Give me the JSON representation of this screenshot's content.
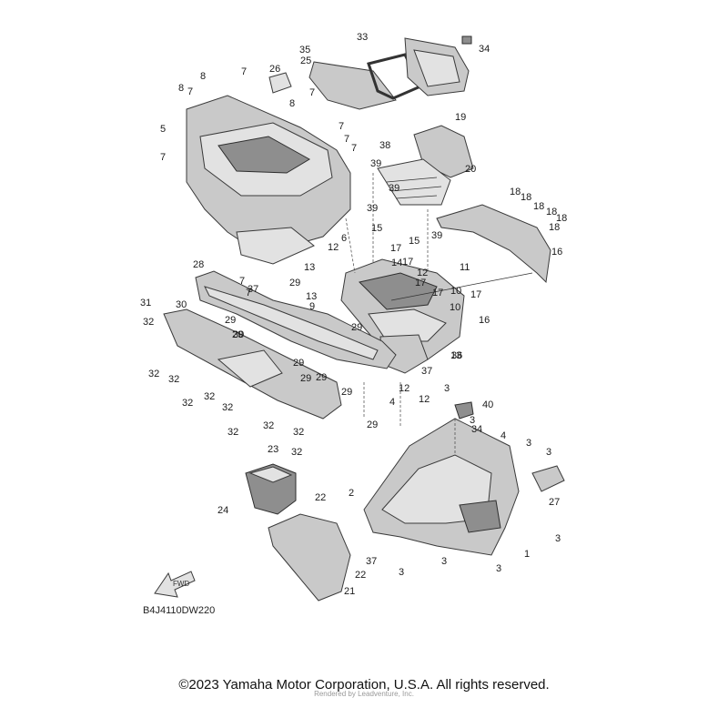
{
  "diagram": {
    "code": "B4J4110DW220",
    "fwd_label": "FWD",
    "copyright": "©2023 Yamaha Motor Corporation, U.S.A. All rights reserved.",
    "rendered_by": "Rendered by Leadventure, Inc."
  },
  "callouts": [
    {
      "label": "1"
    },
    {
      "label": "2"
    },
    {
      "label": "3"
    },
    {
      "label": "3"
    },
    {
      "label": "3"
    },
    {
      "label": "3"
    },
    {
      "label": "3"
    },
    {
      "label": "3"
    },
    {
      "label": "3"
    },
    {
      "label": "3"
    },
    {
      "label": "3"
    },
    {
      "label": "4"
    },
    {
      "label": "4"
    },
    {
      "label": "4"
    },
    {
      "label": "5"
    },
    {
      "label": "6"
    },
    {
      "label": "7"
    },
    {
      "label": "7"
    },
    {
      "label": "7"
    },
    {
      "label": "7"
    },
    {
      "label": "7"
    },
    {
      "label": "7"
    },
    {
      "label": "7"
    },
    {
      "label": "7"
    },
    {
      "label": "7"
    },
    {
      "label": "8"
    },
    {
      "label": "8"
    },
    {
      "label": "8"
    },
    {
      "label": "9"
    },
    {
      "label": "10"
    },
    {
      "label": "10"
    },
    {
      "label": "11"
    },
    {
      "label": "12"
    },
    {
      "label": "12"
    },
    {
      "label": "12"
    },
    {
      "label": "12"
    },
    {
      "label": "13"
    },
    {
      "label": "13"
    },
    {
      "label": "13"
    },
    {
      "label": "14"
    },
    {
      "label": "15"
    },
    {
      "label": "15"
    },
    {
      "label": "16"
    },
    {
      "label": "16"
    },
    {
      "label": "17"
    },
    {
      "label": "17"
    },
    {
      "label": "17"
    },
    {
      "label": "17"
    },
    {
      "label": "17"
    },
    {
      "label": "18"
    },
    {
      "label": "18"
    },
    {
      "label": "18"
    },
    {
      "label": "18"
    },
    {
      "label": "18"
    },
    {
      "label": "18"
    },
    {
      "label": "19"
    },
    {
      "label": "20"
    },
    {
      "label": "21"
    },
    {
      "label": "22"
    },
    {
      "label": "22"
    },
    {
      "label": "23"
    },
    {
      "label": "24"
    },
    {
      "label": "25"
    },
    {
      "label": "26"
    },
    {
      "label": "27"
    },
    {
      "label": "28"
    },
    {
      "label": "29"
    },
    {
      "label": "29"
    },
    {
      "label": "29"
    },
    {
      "label": "29"
    },
    {
      "label": "29"
    },
    {
      "label": "29"
    },
    {
      "label": "29"
    },
    {
      "label": "29"
    },
    {
      "label": "29"
    },
    {
      "label": "30"
    },
    {
      "label": "30"
    },
    {
      "label": "31"
    },
    {
      "label": "32"
    },
    {
      "label": "32"
    },
    {
      "label": "32"
    },
    {
      "label": "32"
    },
    {
      "label": "32"
    },
    {
      "label": "32"
    },
    {
      "label": "32"
    },
    {
      "label": "32"
    },
    {
      "label": "32"
    },
    {
      "label": "32"
    },
    {
      "label": "33"
    },
    {
      "label": "34"
    },
    {
      "label": "35"
    },
    {
      "label": "36"
    },
    {
      "label": "37"
    },
    {
      "label": "37"
    },
    {
      "label": "37"
    },
    {
      "label": "38"
    },
    {
      "label": "39"
    },
    {
      "label": "39"
    },
    {
      "label": "39"
    },
    {
      "label": "39"
    },
    {
      "label": "40"
    }
  ]
}
